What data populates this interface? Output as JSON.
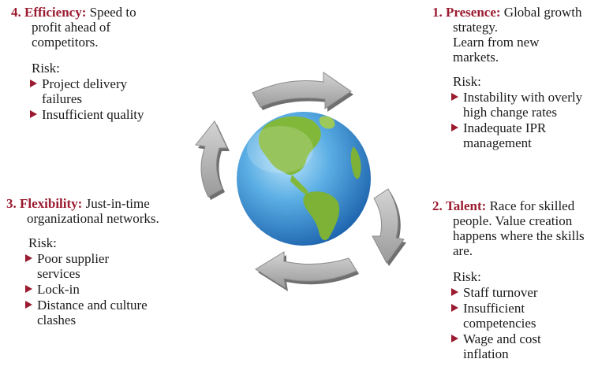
{
  "quadrants": {
    "presence": {
      "number": "1.",
      "name": "Presence:",
      "description_lines": [
        "Global growth",
        "strategy.",
        "Learn from new",
        "markets."
      ],
      "risk_label": "Risk:",
      "risks": [
        [
          "Instability with overly",
          "high change rates"
        ],
        [
          "Inadequate IPR",
          "management"
        ]
      ]
    },
    "talent": {
      "number": "2.",
      "name": "Talent:",
      "description_lines": [
        "Race for skilled",
        "people. Value creation",
        "happens where the skills",
        "are."
      ],
      "risk_label": "Risk:",
      "risks": [
        [
          "Staff turnover"
        ],
        [
          "Insufficient",
          "competencies"
        ],
        [
          "Wage and cost",
          "inflation"
        ]
      ]
    },
    "flexibility": {
      "number": "3.",
      "name": "Flexibility:",
      "description_lines": [
        "Just-in-time",
        "organizational networks."
      ],
      "risk_label": "Risk:",
      "risks": [
        [
          "Poor supplier",
          "services"
        ],
        [
          "Lock-in"
        ],
        [
          "Distance and culture",
          "clashes"
        ]
      ]
    },
    "efficiency": {
      "number": "4.",
      "name": "Efficiency:",
      "description_lines": [
        "Speed to",
        "profit ahead of",
        "competitors."
      ],
      "risk_label": "Risk:",
      "risks": [
        [
          "Project delivery",
          "failures"
        ],
        [
          "Insufficient quality"
        ]
      ]
    }
  },
  "colors": {
    "accent": "#9b1b30",
    "arrow": "#a9a9a9",
    "ocean": "#2a80c8",
    "land": "#7fb53a"
  },
  "icons": [
    "globe-icon",
    "cycle-arrow-icon",
    "bullet-triangle-icon"
  ]
}
